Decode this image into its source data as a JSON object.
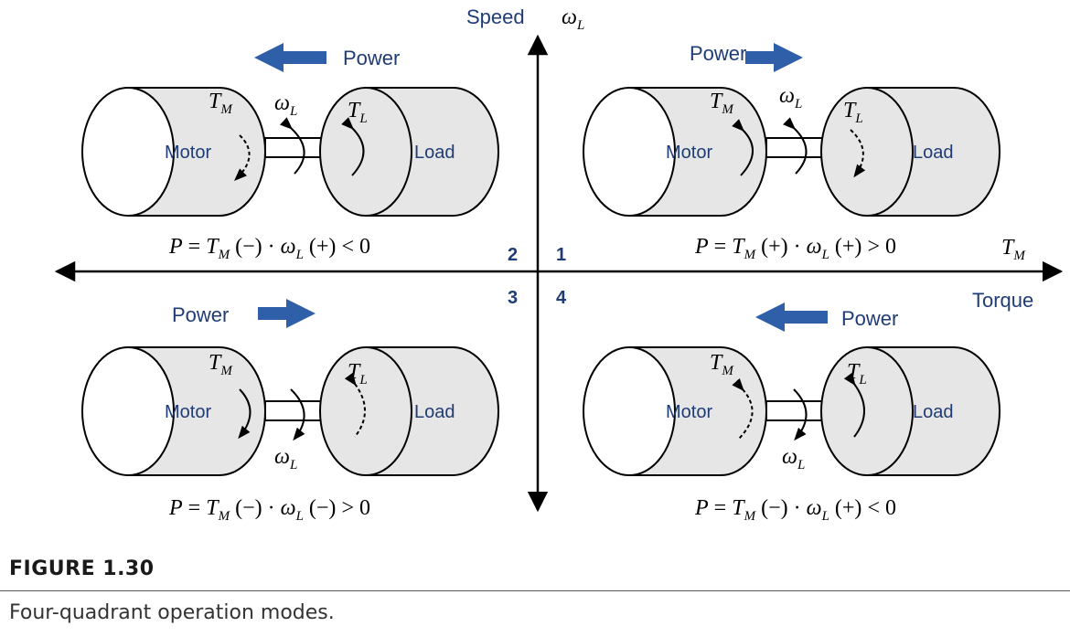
{
  "axes": {
    "speed_label": "Speed",
    "speed_symbol": "ω",
    "speed_sub": "L",
    "torque_label": "Torque",
    "torque_symbol": "T",
    "torque_sub": "M"
  },
  "quadrants": [
    {
      "number": "1",
      "power_label": "Power",
      "power_direction": "right",
      "motor_label": "Motor",
      "load_label": "Load",
      "equation": "P = T_M (+) · ω_L (+)  > 0",
      "eq_tm": "(+)",
      "eq_w": "(+)",
      "eq_rel": "> 0"
    },
    {
      "number": "2",
      "power_label": "Power",
      "power_direction": "left",
      "motor_label": "Motor",
      "load_label": "Load",
      "equation": "P = T_M (−) · ω_L (+)  < 0",
      "eq_tm": "(−)",
      "eq_w": "(+)",
      "eq_rel": "< 0"
    },
    {
      "number": "3",
      "power_label": "Power",
      "power_direction": "right",
      "motor_label": "Motor",
      "load_label": "Load",
      "equation": "P = T_M (−) · ω_L (−)  > 0",
      "eq_tm": "(−)",
      "eq_w": "(−)",
      "eq_rel": "> 0"
    },
    {
      "number": "4",
      "power_label": "Power",
      "power_direction": "left",
      "motor_label": "Motor",
      "load_label": "Load",
      "equation": "P = T_M (−) · ω_L (+)  < 0",
      "eq_tm": "(−)",
      "eq_w": "(+)",
      "eq_rel": "< 0"
    }
  ],
  "symbols": {
    "tm": "T",
    "tm_sub": "M",
    "tl": "T",
    "tl_sub": "L",
    "w": "ω",
    "w_sub": "L",
    "p": "P"
  },
  "caption": {
    "title": "FIGURE 1.30",
    "text": "Four-quadrant operation modes."
  },
  "colors": {
    "arrow_blue": "#2e5fa8",
    "body_fill": "#e6e6e6",
    "label_blue": "#1f3c74"
  }
}
